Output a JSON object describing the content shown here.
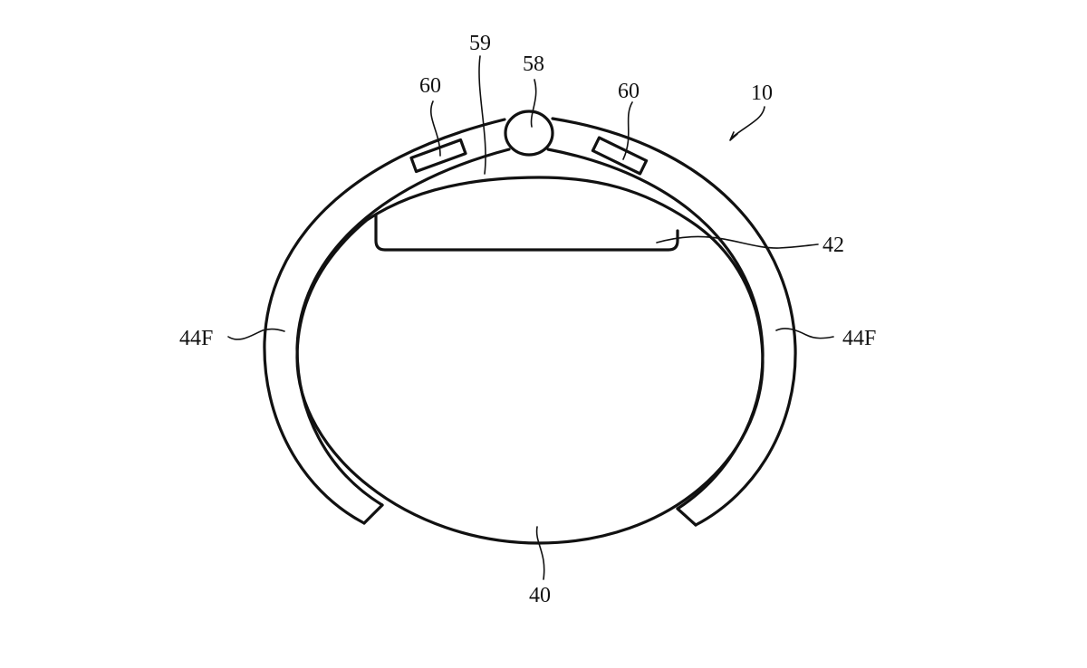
{
  "figure": {
    "type": "patent-drawing",
    "description": "Cross-sectional view of a wrist-worn device band around a wrist",
    "labels": {
      "device": "10",
      "wrist": "40",
      "display": "42",
      "band_left": "44F",
      "band_right": "44F",
      "button": "58",
      "channel": "59",
      "sensor_left": "60",
      "sensor_right": "60"
    },
    "colors": {
      "line": "#111111",
      "background": "#ffffff"
    }
  }
}
